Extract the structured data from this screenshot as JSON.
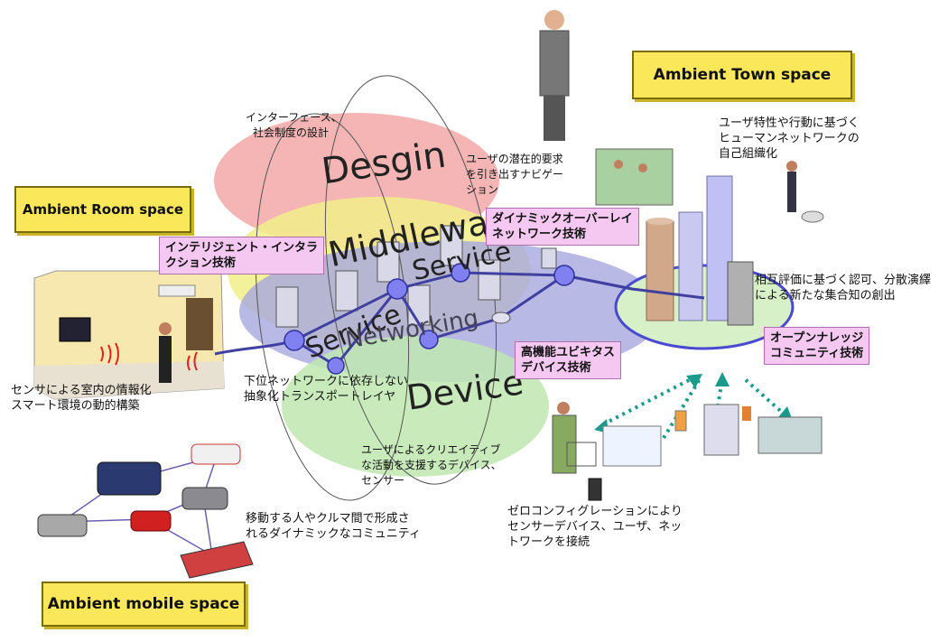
{
  "spaces": {
    "town": "Ambient Town space",
    "room": "Ambient Room space",
    "mobile": "Ambient mobile space"
  },
  "layers": {
    "design": "Desgin",
    "middleware": "Middleware",
    "networking": "Networking",
    "device": "Device",
    "service_1": "Service",
    "service_2": "Service"
  },
  "notes": {
    "interface": [
      "インターフェース、",
      "社会制度の設計"
    ],
    "latent_needs": [
      "ユーザの潜在的要求",
      "を引き出すナビゲー",
      "ション"
    ],
    "human_network": [
      "ユーザ特性や行動に基づく",
      "ヒューマンネットワークの",
      "自己組織化"
    ],
    "mutual_eval": [
      "相互評価に基づく認可、分散演繹",
      "による新たな集合知の創出"
    ],
    "sensor_env": [
      "センサによる室内の情報化",
      "スマート環境の動的構築"
    ],
    "transport": [
      "下位ネットワークに依存しない",
      "抽象化トランスポートレイヤ"
    ],
    "creative": [
      "ユーザによるクリエイティブ",
      "な活動を支援するデバイス、",
      "センサー"
    ],
    "mobile_comm": [
      "移動する人やクルマ間で形成さ",
      "れるダイナミックなコミュニティ"
    ],
    "zeroconf": [
      "ゼロコンフィグレーションにより",
      "センサーデバイス、ユーザ、ネッ",
      "トワークを接続"
    ]
  },
  "techs": {
    "intelligent": [
      "インテリジェント・インタラ",
      "クション技術"
    ],
    "overlay": [
      "ダイナミックオーバーレイ",
      "ネットワーク技術"
    ],
    "ubiquitous": [
      "高機能ユビキタス",
      "デバイス技術"
    ],
    "open_knowledge": [
      "オープンナレッジ",
      "コミュニティ技術"
    ]
  },
  "colors": {
    "design_ellipse": "#f4a8a8",
    "middleware_ellipse": "#f2ee8a",
    "network_ellipse": "#a8a8e0",
    "device_ellipse": "#bfe8b0",
    "tech_box": "#f4c8f0",
    "scroll": "#fbe85a",
    "node": "#8080f0",
    "arrow": "#1a9a8a"
  }
}
